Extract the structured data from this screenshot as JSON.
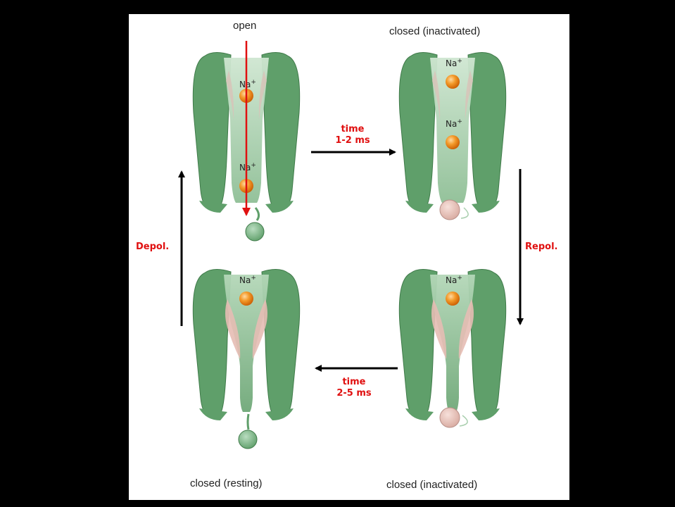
{
  "states": {
    "open": "open",
    "inactivated_top": "closed (inactivated)",
    "resting": "closed (resting)",
    "inactivated_bottom": "closed (inactivated)"
  },
  "ion": {
    "symbol": "Na",
    "charge": "+"
  },
  "transitions": {
    "open_to_inactivated": {
      "line1": "time",
      "line2": "1-2 ms"
    },
    "inactivated_to_resting": {
      "line1": "time",
      "line2": "2-5 ms"
    },
    "repolarization": "Repol.",
    "depolarization": "Depol."
  },
  "colors": {
    "channel": "#5f9f6a",
    "channel_light": "#a9cfae",
    "gate_pink": "#e6bdb4",
    "ion": "#f08a1c",
    "red": "#e01010",
    "background": "#000000"
  }
}
